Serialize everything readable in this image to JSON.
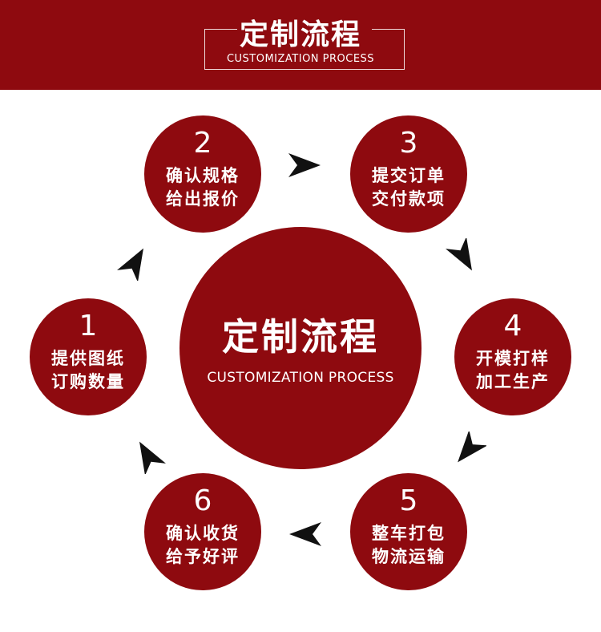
{
  "header": {
    "title": "定制流程",
    "subtitle": "CUSTOMIZATION PROCESS"
  },
  "center": {
    "title": "定制流程",
    "subtitle": "CUSTOMIZATION PROCESS"
  },
  "steps": [
    {
      "number": "1",
      "line1": "提供图纸",
      "line2": "订购数量"
    },
    {
      "number": "2",
      "line1": "确认规格",
      "line2": "给出报价"
    },
    {
      "number": "3",
      "line1": "提交订单",
      "line2": "交付款项"
    },
    {
      "number": "4",
      "line1": "开模打样",
      "line2": "加工生产"
    },
    {
      "number": "5",
      "line1": "整车打包",
      "line2": "物流运输"
    },
    {
      "number": "6",
      "line1": "确认收货",
      "line2": "给予好评"
    }
  ],
  "colors": {
    "brand_red": "#8e0a0f",
    "arrow": "#111111",
    "text_on_red": "#ffffff",
    "background": "#ffffff"
  },
  "icons": {
    "arrow": "arrowhead-icon"
  }
}
